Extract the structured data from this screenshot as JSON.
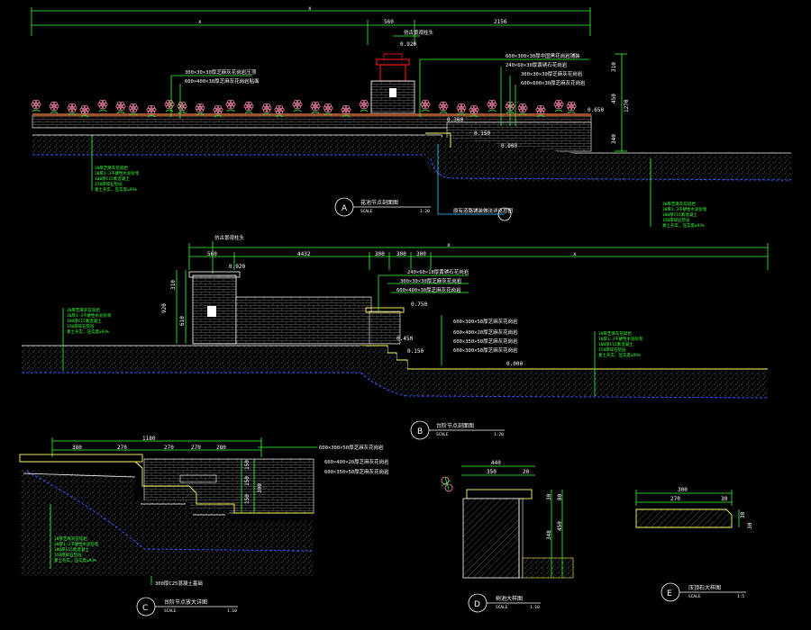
{
  "sectionA": {
    "label": "A",
    "dims_top": [
      "x",
      "x",
      "560",
      "2156"
    ],
    "elev": [
      "0.920",
      "0.650",
      "0.300",
      "0.150",
      "0.000"
    ],
    "notes_top_left": [
      "300×30×30厚芝麻灰花岗岩压顶",
      "600×400×30厚芝麻灰花岗岩贴面"
    ],
    "notes_top_right": [
      "600×300×30厚中国黑花岗岩铺装",
      "240×60×30厚黄锈石花岗岩",
      "300×30×30厚芝麻灰花岗岩",
      "600×600×30厚芝麻灰花岗岩"
    ],
    "pillar_note": "仿古景观柱头",
    "side_dims": [
      "310",
      "450",
      "1270",
      "340"
    ],
    "green_notes": [
      "30厚芝麻灰花岗岩",
      "30厚1:3干硬性水泥砂浆",
      "100厚C15素混凝土",
      "150厚碎石垫层",
      "素土夯实，压实度≥93%"
    ],
    "title": "花池节点剖面图",
    "scale_label": "SCALE",
    "scale": "1:20",
    "note_bottom": "原有道路铺装做法详见总图"
  },
  "sectionB": {
    "label": "B",
    "dims_top": [
      "560",
      "4432",
      "300",
      "300",
      "300",
      "x",
      "x"
    ],
    "elev": [
      "0.920",
      "0.750",
      "0.450",
      "0.150",
      "0.000"
    ],
    "pillar_note": "仿古景观柱头",
    "notes": [
      "240×60×18厚黄锈石花岗岩",
      "300×30×30厚芝麻灰花岗岩",
      "600×400×30厚芝麻灰花岗岩"
    ],
    "step_notes": [
      "600×300×50厚芝麻灰花岗岩",
      "600×400×20厚芝麻灰花岗岩",
      "600×350×50厚芝麻灰花岗岩",
      "600×300×50厚芝麻灰花岗岩"
    ],
    "side_dims": [
      "310",
      "920",
      "610"
    ],
    "green_notes_left": [
      "30厚芝麻灰花岗岩",
      "30厚1:3干硬性水泥砂浆",
      "100厚C15素混凝土",
      "150厚碎石垫层",
      "素土夯实，压实度≥93%"
    ],
    "green_notes_right": [
      "30厚芝麻灰花岗岩",
      "30厚1:3干硬性水泥砂浆",
      "100厚C15素混凝土",
      "150厚碎石垫层",
      "素土夯实，压实度≥93%"
    ],
    "title": "台阶节点剖面图",
    "scale_label": "SCALE",
    "scale": "1:20"
  },
  "sectionC": {
    "label": "C",
    "dims_top": [
      "1180",
      "380",
      "270",
      "270",
      "270",
      "280"
    ],
    "notes": [
      "600×300×50厚芝麻灰花岗岩",
      "600×400×20厚芝麻灰花岗岩",
      "600×350×50厚芝麻灰花岗岩"
    ],
    "side_dims": [
      "150",
      "150",
      "150",
      "300"
    ],
    "green_notes": [
      "30厚芝麻灰花岗岩",
      "30厚1:3干硬性水泥砂浆",
      "100厚C15素混凝土",
      "150厚碎石垫层",
      "素土夯实，压实度≥93%"
    ],
    "bottom_note": "300厚C25混凝土基础",
    "title": "台阶节点放大详图",
    "scale_label": "SCALE",
    "scale": "1:10"
  },
  "sectionD": {
    "label": "D",
    "dims": [
      "440",
      "350",
      "20",
      "30",
      "80",
      "348",
      "450"
    ],
    "title": "树池大样图",
    "scale_label": "SCALE",
    "scale": "1:10"
  },
  "sectionE": {
    "label": "E",
    "dims": [
      "300",
      "270",
      "30",
      "30",
      "30"
    ],
    "title": "压顶石大样图",
    "scale_label": "SCALE",
    "scale": "1:5"
  },
  "colors": {
    "line_green": "#33ff33",
    "text_white": "#ffffff",
    "outline_yellow": "#ffff66",
    "ground_blue": "#3355ff",
    "flower_pink": "#ff88aa",
    "pillar_red": "#cc1111",
    "leader_cyan": "#33ccff"
  }
}
